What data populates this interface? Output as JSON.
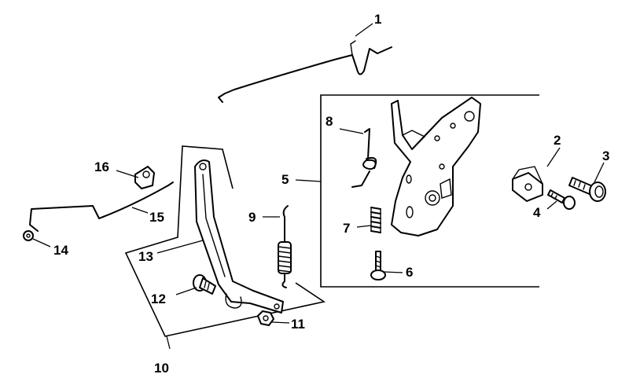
{
  "callouts": [
    {
      "id": "1",
      "part": "governor-rod"
    },
    {
      "id": "2",
      "part": "clip-nut"
    },
    {
      "id": "3",
      "part": "flange-bolt"
    },
    {
      "id": "4",
      "part": "small-bolt"
    },
    {
      "id": "5",
      "part": "control-plate-assembly"
    },
    {
      "id": "6",
      "part": "screw"
    },
    {
      "id": "7",
      "part": "compression-spring"
    },
    {
      "id": "8",
      "part": "torsion-spring"
    },
    {
      "id": "9",
      "part": "tension-spring"
    },
    {
      "id": "10",
      "part": "lever-assembly"
    },
    {
      "id": "11",
      "part": "nut"
    },
    {
      "id": "12",
      "part": "shoulder-bolt"
    },
    {
      "id": "13",
      "part": "control-lever"
    },
    {
      "id": "14",
      "part": "retainer"
    },
    {
      "id": "15",
      "part": "choke-rod"
    },
    {
      "id": "16",
      "part": "cable-clamp"
    }
  ],
  "colors": {
    "line": "#000000",
    "background": "#ffffff"
  }
}
